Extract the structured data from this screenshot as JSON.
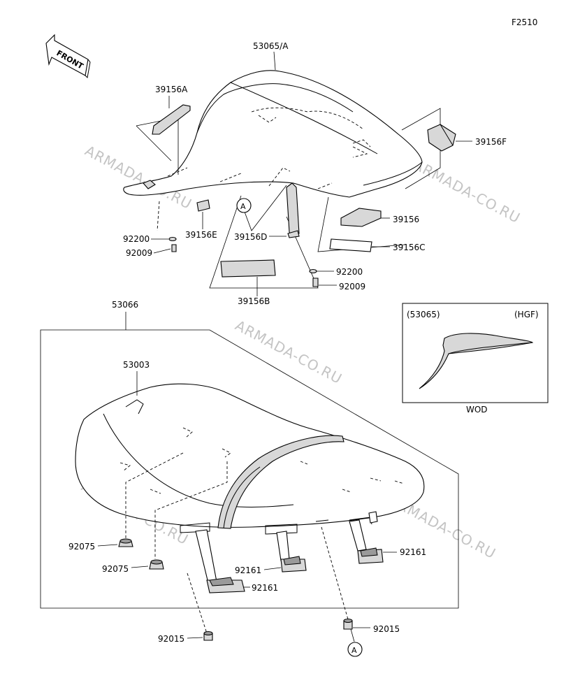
{
  "figure_code": "F2510",
  "front_label": "FRONT",
  "watermark": "ARMADA-CO.RU",
  "parts": {
    "p53065A": "53065/A",
    "p39156A": "39156A",
    "p39156F": "39156F",
    "p39156": "39156",
    "p39156C": "39156C",
    "p39156D": "39156D",
    "p39156E": "39156E",
    "p39156B": "39156B",
    "p92200_left": "92200",
    "p92009_left": "92009",
    "p92200_right": "92200",
    "p92009_right": "92009",
    "p53066": "53066",
    "p53003": "53003",
    "p92075_a": "92075",
    "p92075_b": "92075",
    "p92161_right": "92161",
    "p92161_mid": "92161",
    "p92161_left": "92161",
    "p92015_right": "92015",
    "p92015_left": "92015"
  },
  "refs": {
    "a_top": "A",
    "a_bottom": "A"
  },
  "variant_box": {
    "left_text": "(53065)",
    "right_text": "(HGF)",
    "caption": "WOD"
  }
}
